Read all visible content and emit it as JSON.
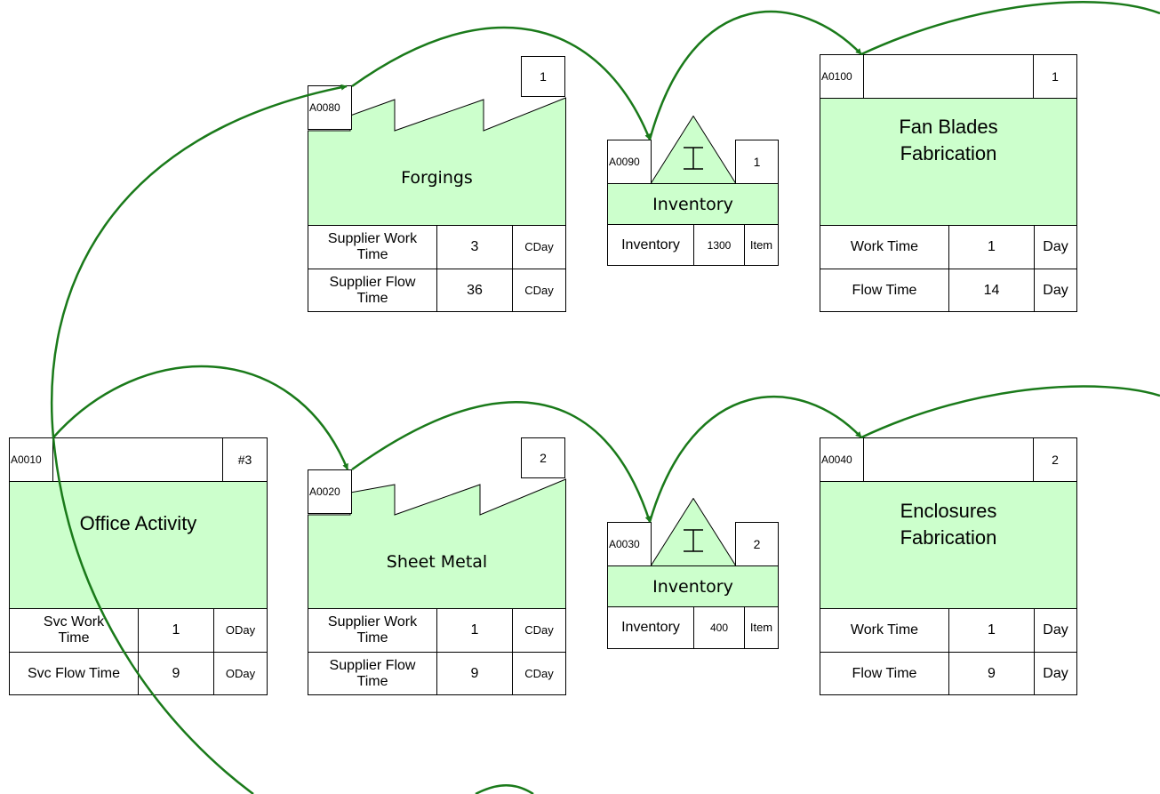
{
  "colors": {
    "fill": "#ccffcc",
    "connector": "#1a7a1a",
    "outline": "#000000"
  },
  "processes": {
    "fan_blades": {
      "id": "A0100",
      "count": "1",
      "title_l1": "Fan Blades",
      "title_l2": "Fabrication",
      "rows": [
        {
          "label": "Work Time",
          "value": "1",
          "unit": "Day"
        },
        {
          "label": "Flow Time",
          "value": "14",
          "unit": "Day"
        }
      ]
    },
    "enclosures": {
      "id": "A0040",
      "count": "2",
      "title_l1": "Enclosures",
      "title_l2": "Fabrication",
      "rows": [
        {
          "label": "Work Time",
          "value": "1",
          "unit": "Day"
        },
        {
          "label": "Flow Time",
          "value": "9",
          "unit": "Day"
        }
      ]
    },
    "office": {
      "id": "A0010",
      "count": "#3",
      "title": "Office Activity",
      "rows": [
        {
          "label_l1": "Svc Work",
          "label_l2": "Time",
          "value": "1",
          "unit": "ODay"
        },
        {
          "label": "Svc Flow Time",
          "value": "9",
          "unit": "ODay"
        }
      ]
    }
  },
  "suppliers": {
    "forgings": {
      "id": "A0080",
      "count": "1",
      "title": "Forgings",
      "rows": [
        {
          "label_l1": "Supplier Work",
          "label_l2": "Time",
          "value": "3",
          "unit": "CDay"
        },
        {
          "label_l1": "Supplier Flow",
          "label_l2": "Time",
          "value": "36",
          "unit": "CDay"
        }
      ]
    },
    "sheet_metal": {
      "id": "A0020",
      "count": "2",
      "title": "Sheet Metal",
      "rows": [
        {
          "label_l1": "Supplier Work",
          "label_l2": "Time",
          "value": "1",
          "unit": "CDay"
        },
        {
          "label_l1": "Supplier Flow",
          "label_l2": "Time",
          "value": "9",
          "unit": "CDay"
        }
      ]
    }
  },
  "inventories": {
    "inv1": {
      "id": "A0090",
      "count": "1",
      "title": "Inventory",
      "row_label": "Inventory",
      "value": "1300",
      "unit": "Item"
    },
    "inv2": {
      "id": "A0030",
      "count": "2",
      "title": "Inventory",
      "row_label": "Inventory",
      "value": "400",
      "unit": "Item"
    }
  }
}
